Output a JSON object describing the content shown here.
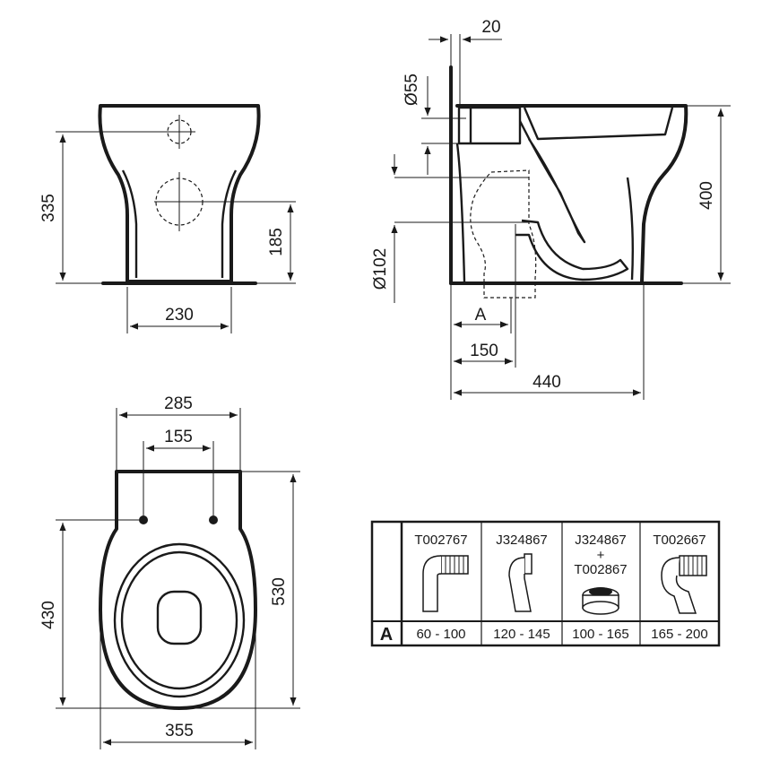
{
  "front_view": {
    "dim_height": "335",
    "dim_outlet_height": "185",
    "dim_base_width": "230"
  },
  "side_view": {
    "dim_top_offset": "20",
    "dim_inlet_diameter": "Ø55",
    "dim_outlet_diameter": "Ø102",
    "dim_height": "400",
    "dim_a": "A",
    "dim_outlet_distance": "150",
    "dim_depth": "440"
  },
  "top_view": {
    "dim_top_width": "285",
    "dim_hole_spacing": "155",
    "dim_hole_depth": "430",
    "dim_length": "530",
    "dim_width": "355"
  },
  "connector_table": {
    "row_label": "A",
    "columns": [
      {
        "code": "T002767",
        "range": "60 - 100"
      },
      {
        "code": "J324867",
        "range": "120 - 145"
      },
      {
        "code": "J324867",
        "plus": "+",
        "code2": "T002867",
        "range": "100 - 165"
      },
      {
        "code": "T002667",
        "range": "165 - 200"
      }
    ]
  }
}
